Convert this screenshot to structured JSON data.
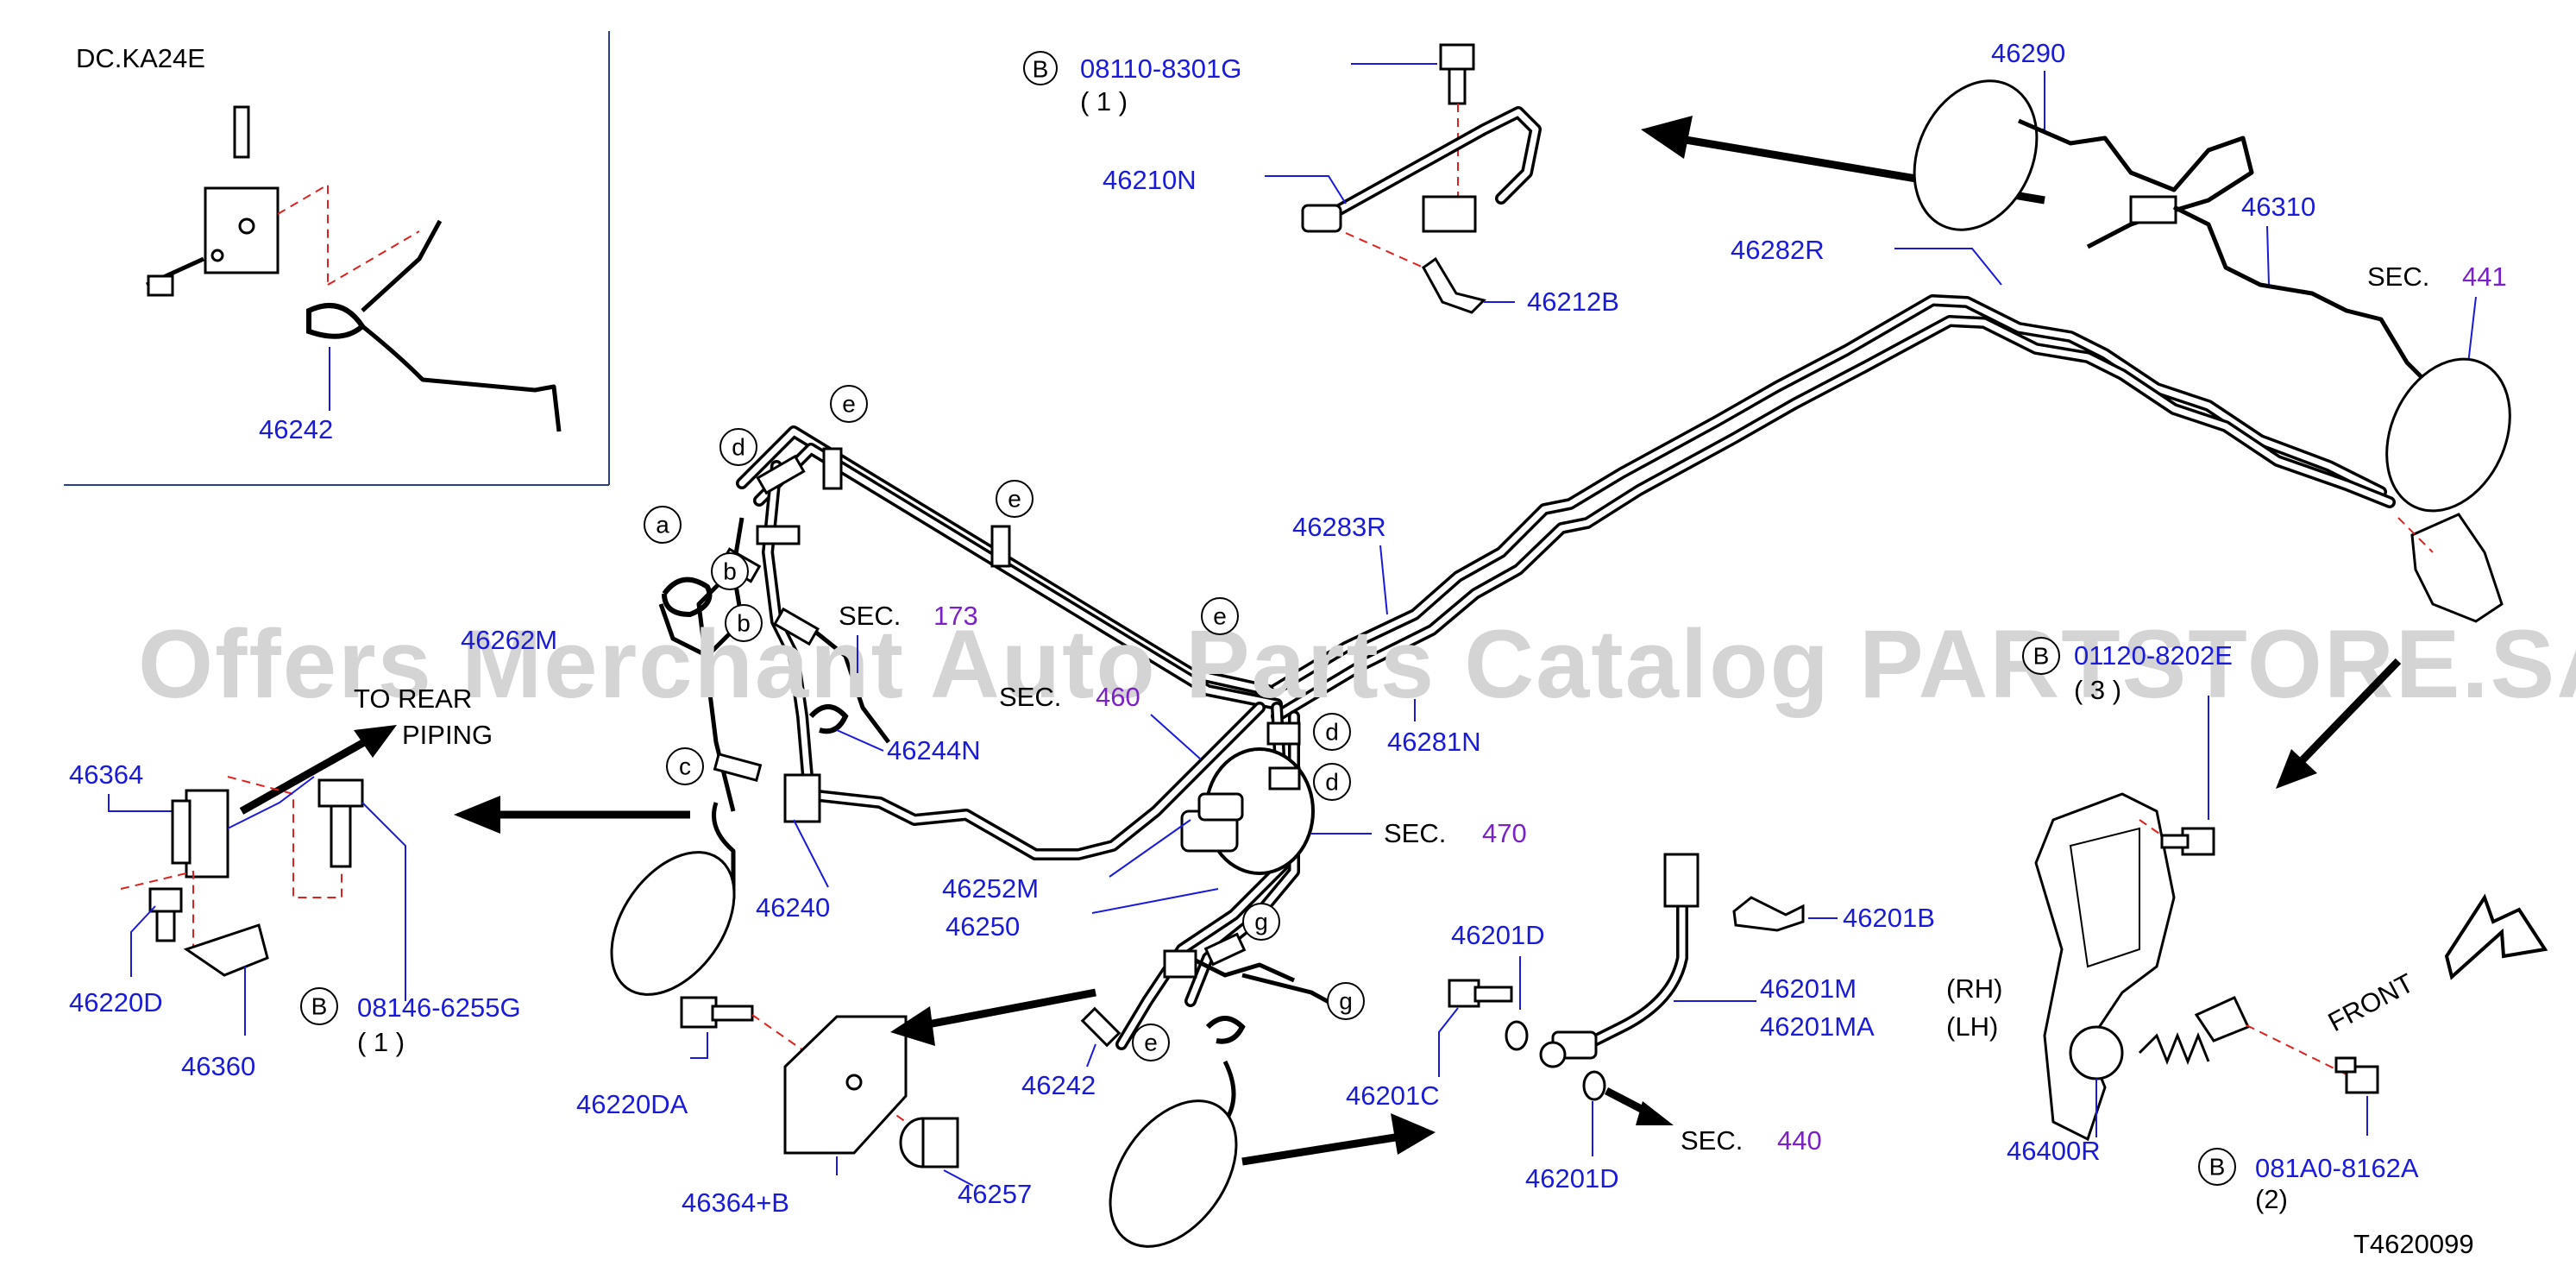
{
  "inset": {
    "title": "DC.KA24E",
    "part_46242": "46242"
  },
  "labels": {
    "p08110": "08110-8301G",
    "q08110": "( 1 )",
    "p46210N": "46210N",
    "p46212B": "46212B",
    "p46290": "46290",
    "p46282R": "46282R",
    "p46310": "46310",
    "p46283R": "46283R",
    "p46281N": "46281N",
    "p46262M": "46262M",
    "p46244N": "46244N",
    "p46364": "46364",
    "p46240": "46240",
    "p46252M": "46252M",
    "p46250": "46250",
    "p46220D": "46220D",
    "p46360": "46360",
    "p08146": "08146-6255G",
    "q08146": "( 1 )",
    "p46220DA": "46220DA",
    "p46364B": "46364+B",
    "p46257": "46257",
    "p46242b": "46242",
    "p46201D_a": "46201D",
    "p46201C": "46201C",
    "p46201D_b": "46201D",
    "p46201B": "46201B",
    "p46201M": "46201M",
    "p46201MA": "46201MA",
    "rh": "(RH)",
    "lh": "(LH)",
    "p46400R": "46400R",
    "p081A0": "081A0-8162A",
    "q081A0": "(2)",
    "p01120": "01120-8202E",
    "q01120": "( 3 )",
    "to_rear_1": "TO REAR",
    "to_rear_2": "PIPING",
    "front": "FRONT",
    "diagram_id": "T4620099"
  },
  "sections": {
    "s441_text": "SEC.",
    "s441_num": "441",
    "s173_text": "SEC.",
    "s173_num": "173",
    "s460_text": "SEC.",
    "s460_num": "460",
    "s470_text": "SEC.",
    "s470_num": "470",
    "s440_text": "SEC.",
    "s440_num": "440"
  },
  "circle_markers": {
    "B": "B",
    "a": "a",
    "b": "b",
    "c": "c",
    "d": "d",
    "e": "e",
    "g": "g"
  },
  "watermark": "Offers Merchant Auto Parts Catalog PARTSTORE.SA",
  "colors": {
    "part_number": "#1a1adb",
    "section_ref": "#7a22c8",
    "leader_dash": "#e0201e",
    "watermark": "#d4d4d4"
  }
}
